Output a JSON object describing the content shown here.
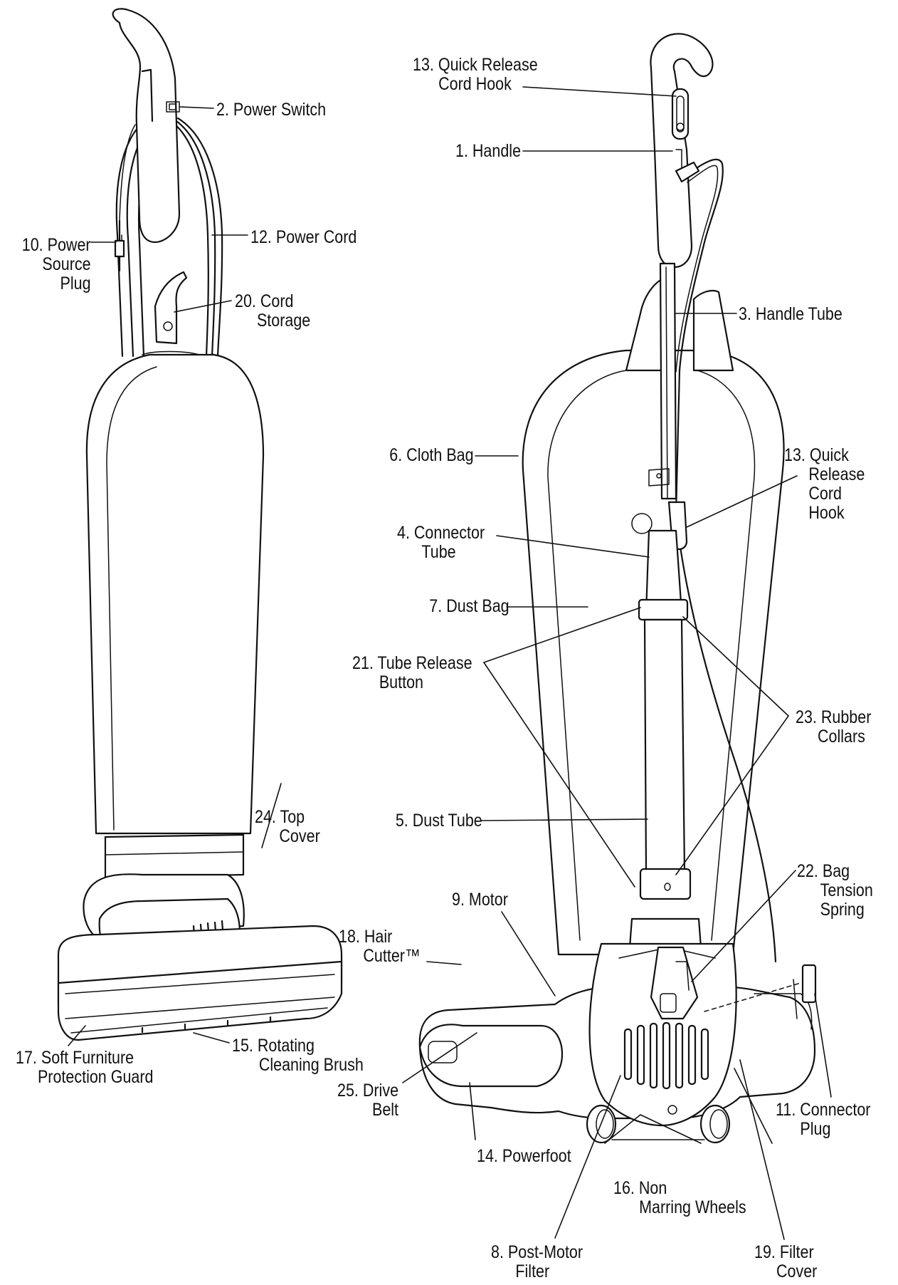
{
  "labels": {
    "handle": "1. Handle",
    "power_switch": "2. Power Switch",
    "handle_tube": "3. Handle Tube",
    "connector_tube": [
      "4. Connector",
      "Tube"
    ],
    "dust_tube": "5. Dust Tube",
    "cloth_bag": "6. Cloth Bag",
    "dust_bag": "7. Dust Bag",
    "post_motor_filter": [
      "8. Post-Motor",
      "Filter"
    ],
    "motor": "9. Motor",
    "power_source_plug": [
      "10. Power",
      "Source",
      "Plug"
    ],
    "connector_plug": [
      "11. Connector",
      "Plug"
    ],
    "power_cord": "12. Power Cord",
    "quick_release_top": [
      "13. Quick Release",
      "Cord Hook"
    ],
    "quick_release_side": [
      "13. Quick",
      "Release",
      "Cord",
      "Hook"
    ],
    "powerfoot": "14. Powerfoot",
    "rotating_brush": [
      "15. Rotating",
      "Cleaning Brush"
    ],
    "wheels": [
      "16. Non",
      "Marring Wheels"
    ],
    "protection_guard": [
      "17. Soft Furniture",
      "Protection Guard"
    ],
    "hair_cutter": [
      "18. Hair",
      "Cutter™"
    ],
    "filter_cover": [
      "19. Filter",
      "Cover"
    ],
    "cord_storage": [
      "20. Cord",
      "Storage"
    ],
    "tube_release": [
      "21. Tube Release",
      "Button"
    ],
    "bag_tension_spring": [
      "22. Bag",
      "Tension",
      "Spring"
    ],
    "rubber_collars": [
      "23. Rubber",
      "Collars"
    ],
    "top_cover": [
      "24. Top",
      "Cover"
    ],
    "drive_belt": [
      "25. Drive",
      "Belt"
    ]
  }
}
